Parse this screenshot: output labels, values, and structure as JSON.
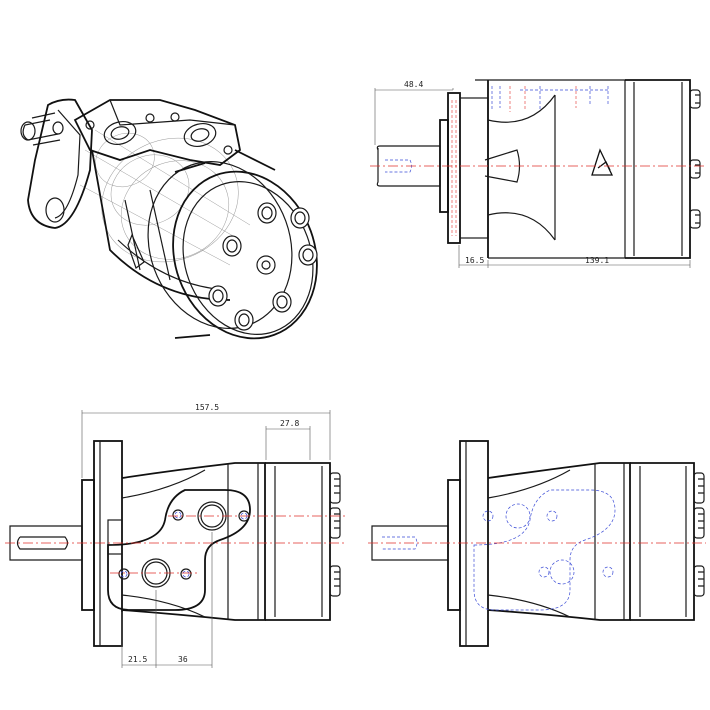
{
  "dimensions": {
    "side_shaft_length": "48.4",
    "side_flange_to_shaft": "16.5",
    "side_body_length": "139.1",
    "front_overall_length": "157.5",
    "front_rear_cap": "27.8",
    "front_port_offset_a": "21.5",
    "front_port_offset_b": "36"
  },
  "colors": {
    "outline": "#1a1a1a",
    "centerline": "#e0302b",
    "hidden_line": "#3a4bd6"
  },
  "views": [
    {
      "id": "isometric",
      "icon": "motor-3d-icon"
    },
    {
      "id": "side",
      "icon": "motor-side-icon"
    },
    {
      "id": "front",
      "icon": "motor-front-icon"
    },
    {
      "id": "rear",
      "icon": "motor-rear-icon"
    }
  ]
}
